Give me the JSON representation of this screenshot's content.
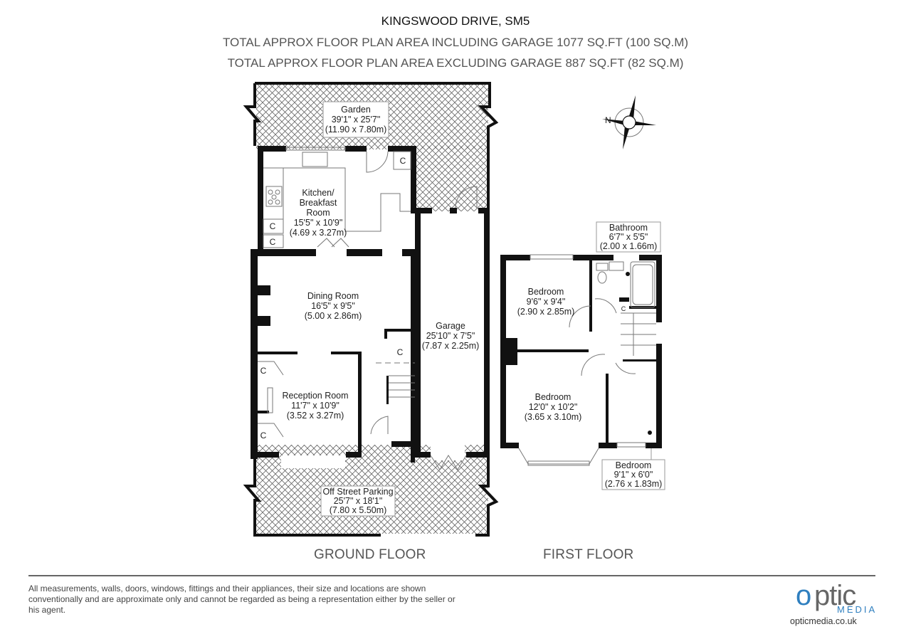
{
  "header": {
    "title": "KINGSWOOD DRIVE, SM5",
    "area_including_garage": "TOTAL APPROX FLOOR PLAN AREA INCLUDING GARAGE 1077 SQ.FT (100 SQ.M)",
    "area_excluding_garage": "TOTAL APPROX FLOOR PLAN AREA EXCLUDING GARAGE 887 SQ.FT (82 SQ.M)"
  },
  "compass": {
    "label": "N"
  },
  "ground_floor": {
    "label": "GROUND FLOOR",
    "rooms": {
      "garden": {
        "name": "Garden",
        "imperial": "39'1\" x 25'7\"",
        "metric": "(11.90 x 7.80m)"
      },
      "kitchen": {
        "name1": "Kitchen/",
        "name2": "Breakfast",
        "name3": "Room",
        "imperial": "15'5\" x 10'9\"",
        "metric": "(4.69 x 3.27m)"
      },
      "dining": {
        "name": "Dining Room",
        "imperial": "16'5\" x 9'5\"",
        "metric": "(5.00 x 2.86m)"
      },
      "reception": {
        "name": "Reception Room",
        "imperial": "11'7\" x 10'9\"",
        "metric": "(3.52 x 3.27m)"
      },
      "garage": {
        "name": "Garage",
        "imperial": "25'10\" x 7'5\"",
        "metric": "(7.87 x 2.25m)"
      },
      "parking": {
        "name": "Off Street Parking",
        "imperial": "25'7\" x 18'1\"",
        "metric": "(7.80 x 5.50m)"
      }
    },
    "cupboard_label": "C"
  },
  "first_floor": {
    "label": "FIRST FLOOR",
    "rooms": {
      "bathroom": {
        "name": "Bathroom",
        "imperial": "6'7\" x 5'5\"",
        "metric": "(2.00 x 1.66m)"
      },
      "bedroom1": {
        "name": "Bedroom",
        "imperial": "9'6\" x 9'4\"",
        "metric": "(2.90 x 2.85m)"
      },
      "bedroom2": {
        "name": "Bedroom",
        "imperial": "12'0\" x 10'2\"",
        "metric": "(3.65 x 3.10m)"
      },
      "bedroom3": {
        "name": "Bedroom",
        "imperial": "9'1\" x 6'0\"",
        "metric": "(2.76 x 1.83m)"
      }
    },
    "cupboard_label": "C"
  },
  "footer": {
    "disclaimer": "All measurements, walls, doors, windows, fittings and their appliances, their size and locations are shown conventionally and are approximate only and cannot be regarded as being a representation either by the seller or his agent.",
    "logo_o": "o",
    "logo_ptic": "ptic",
    "logo_media": "MEDIA",
    "website": "opticmedia.co.uk"
  },
  "colors": {
    "wall": "#111111",
    "hatch": "#555555",
    "logo_blue": "#2f7fbf",
    "logo_grey": "#666666"
  }
}
